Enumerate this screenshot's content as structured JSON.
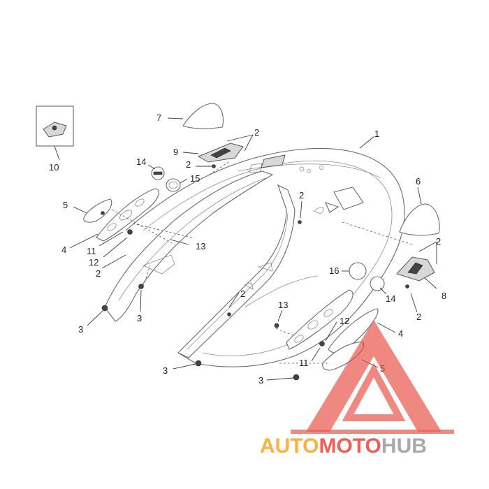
{
  "callouts": {
    "c1": "1",
    "c2a": "2",
    "c2b": "2",
    "c2c": "2",
    "c2d": "2",
    "c2e": "2",
    "c2f": "2",
    "c2g": "2",
    "c3a": "3",
    "c3b": "3",
    "c3c": "3",
    "c3d": "3",
    "c4a": "4",
    "c4b": "4",
    "c5a": "5",
    "c5b": "5",
    "c6": "6",
    "c7": "7",
    "c8": "8",
    "c9": "9",
    "c10": "10",
    "c11a": "11",
    "c11b": "11",
    "c12a": "12",
    "c12b": "12",
    "c13a": "13",
    "c13b": "13",
    "c14a": "14",
    "c14b": "14",
    "c15": "15",
    "c16": "16"
  },
  "watermark": {
    "part1": "AUTO",
    "part2": "MOTO",
    "part3": "HUB",
    "color_orange": "#F5A623",
    "color_red": "#E8453C",
    "color_gray": "#9B9B9B"
  }
}
